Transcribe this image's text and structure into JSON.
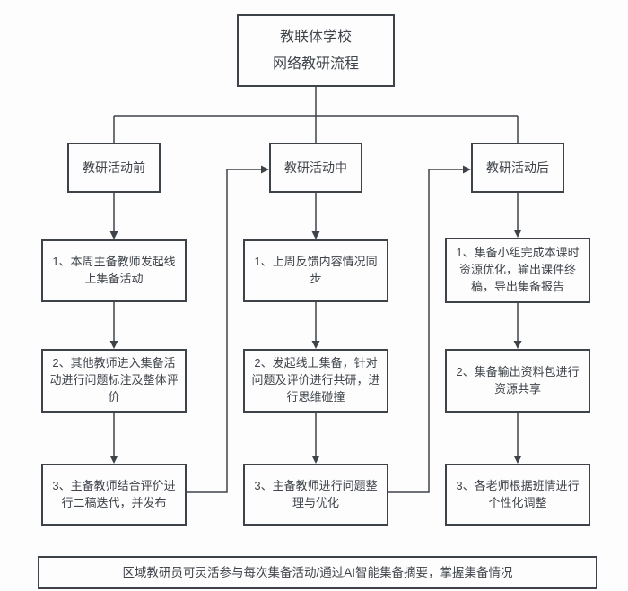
{
  "flowchart": {
    "title": {
      "line1": "教联体学校",
      "line2": "网络教研流程"
    },
    "columns": [
      {
        "header": "教研活动前",
        "steps": [
          "1、本周主备教师发起线上集备活动",
          "2、其他教师进入集备活动进行问题标注及整体评价",
          "3、主备教师结合评价进行二稿迭代，并发布"
        ]
      },
      {
        "header": "教研活动中",
        "steps": [
          "1、上周反馈内容情况同步",
          "2、发起线上集备，针对问题及评价进行共研，进行思维碰撞",
          "3、主备教师进行问题整理与优化"
        ]
      },
      {
        "header": "教研活动后",
        "steps": [
          "1、集备小组完成本课时资源优化，输出课件终稿，导出集备报告",
          "2、集备输出资料包进行资源共享",
          "3、各老师根据班情进行个性化调整"
        ]
      }
    ],
    "footer": "区域教研员可灵活参与每次集备活动/通过AI智能集备摘要，掌握集备情况",
    "colors": {
      "line": "#3e434a",
      "text": "#3f444a",
      "background": "#fdfdfd"
    }
  }
}
